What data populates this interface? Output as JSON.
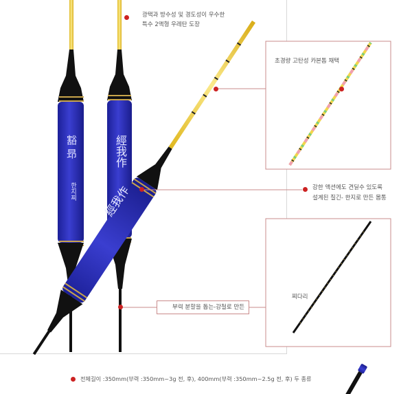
{
  "callouts": {
    "coating_line1": "광택과 방수성 및 경도성이 우수한",
    "coating_line2": "특수 2액형 우레탄 도장",
    "carbon_top": "초경량 고탄성 카본톱 채택",
    "body_line1": "강한 액션에도 견딜수 있도록",
    "body_line2": "설계된 질긴- 한지로 만든 몸통",
    "steel_wire": "부력 분할을 돕는-강철로 만든",
    "leg_label": "찌다리"
  },
  "float_labels": {
    "left_float_large": "豁 昻",
    "left_float_small": "한지찌",
    "middle_float": "經我作",
    "diagonal_float": "經我作"
  },
  "footer": {
    "spec": "전체길이 :350mm(부력 :350mm~3g 전, 후), 400mm(부력 :350mm~2.5g 전, 후) 두 종류"
  },
  "colors": {
    "float_body": "#2a2fb8",
    "tip": "#f2d64a",
    "accent_dot": "#cc2222",
    "callout_line": "#c98b8b"
  }
}
